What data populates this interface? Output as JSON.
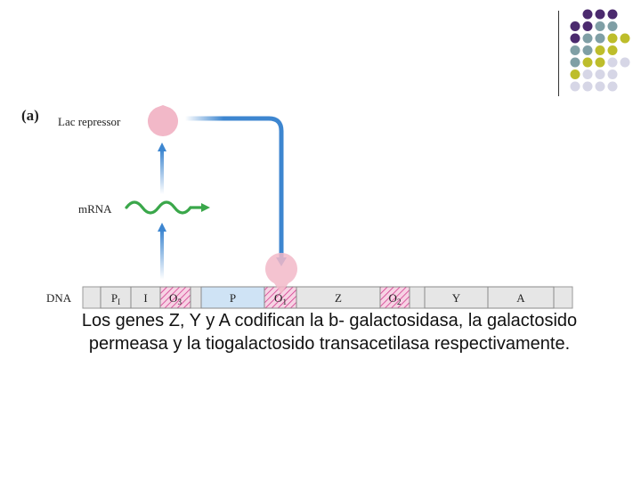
{
  "colors": {
    "purple": "#4b2a6e",
    "teal": "#7f9fa5",
    "olive": "#bdbd2b",
    "lavender": "#d6d6e6",
    "pink": "#f2b8c8",
    "blue_arrow": "#3d86d0",
    "green": "#3aa74a",
    "magenta_hatch": "#d23a8f",
    "light_blue": "#cfe3f5",
    "gray_segment": "#e6e6e6"
  },
  "diagram": {
    "panel_label": "(a)",
    "repressor_label": "Lac repressor",
    "mrna_label": "mRNA",
    "dna_label": "DNA",
    "segments": [
      {
        "label": "P",
        "sub": "I",
        "style": "plain"
      },
      {
        "label": "I",
        "sub": "",
        "style": "plain"
      },
      {
        "label": "O",
        "sub": "3",
        "style": "hatch"
      },
      {
        "label": "P",
        "sub": "",
        "style": "blue"
      },
      {
        "label": "O",
        "sub": "1",
        "style": "hatch"
      },
      {
        "label": "Z",
        "sub": "",
        "style": "plain"
      },
      {
        "label": "O",
        "sub": "2",
        "style": "hatch"
      },
      {
        "label": "Y",
        "sub": "",
        "style": "plain"
      },
      {
        "label": "A",
        "sub": "",
        "style": "plain"
      }
    ]
  },
  "caption": "Los genes Z, Y y A codifican la b- galactosidasa, la galactosido permeasa y la tiogalactosido transacetilasa respectivamente."
}
